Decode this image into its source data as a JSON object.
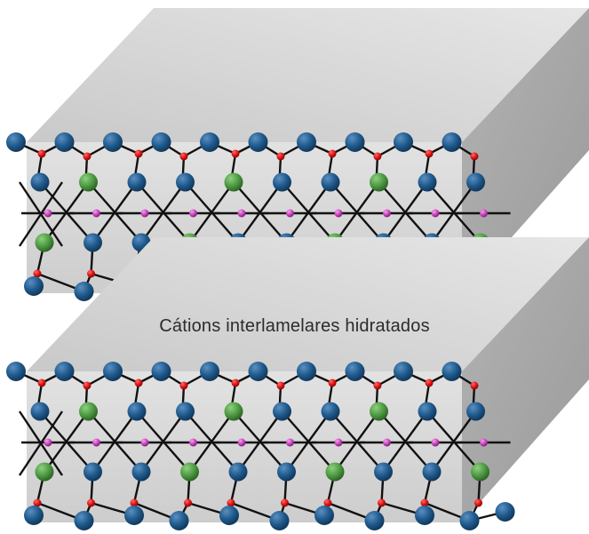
{
  "caption": "Cátions interlamelares hidratados",
  "colors": {
    "box_front": "#d9d9d9",
    "box_top": "#cfcfcf",
    "box_side": "#a9a9a9",
    "oxygen": "#1f5a8c",
    "hydroxyl": "#4e9a43",
    "tetrahedral_cation": "#d80e0e",
    "octahedral_cation": "#c33cb8",
    "bond": "#111111"
  },
  "atom_types": [
    "oxygen",
    "hydroxyl",
    "tetrahedral-cation",
    "octahedral-cation"
  ],
  "layers_count": 2
}
